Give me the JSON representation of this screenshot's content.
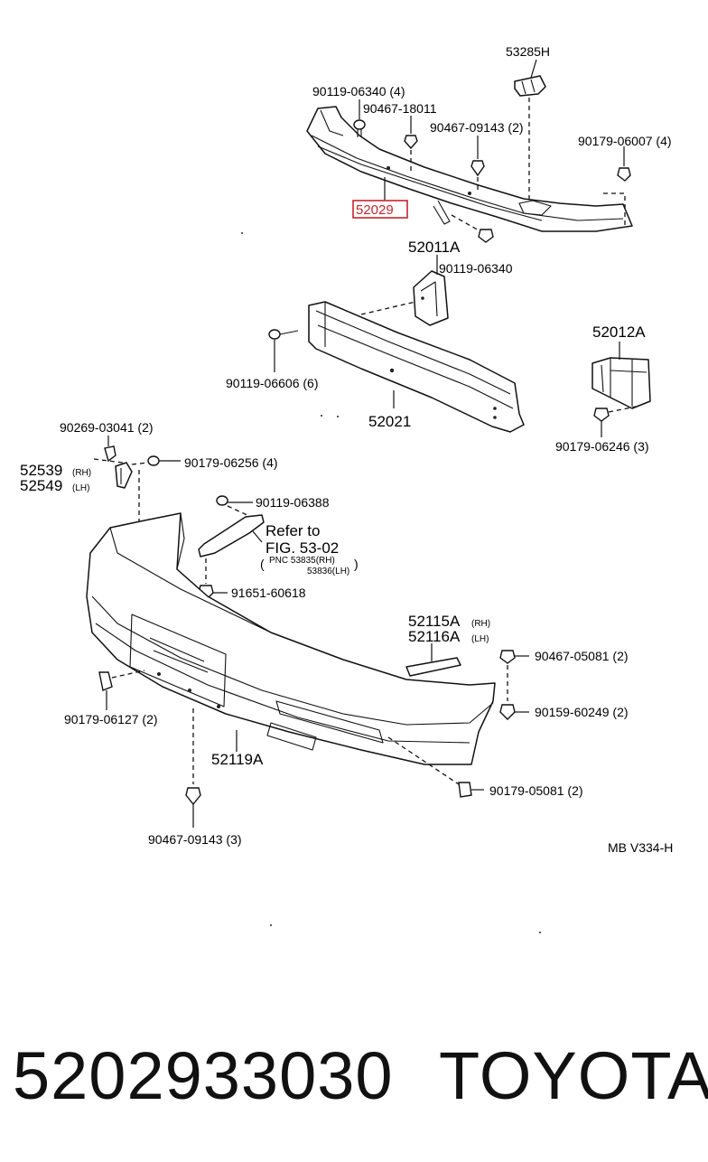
{
  "diagram": {
    "callouts": {
      "p53285h": "53285H",
      "p90119_06340_4": "90119-06340 (4)",
      "p90467_18011": "90467-18011",
      "p90467_09143_2": "90467-09143 (2)",
      "p90179_06007_4": "90179-06007 (4)",
      "p52029": "52029",
      "p52011a": "52011A",
      "p90119_06340": "90119-06340",
      "p52012a": "52012A",
      "p90119_06606_6": "90119-06606 (6)",
      "p52021": "52021",
      "p90179_06246_3": "90179-06246 (3)",
      "p90269_03041_2": "90269-03041 (2)",
      "p52539": "52539",
      "p52539_side": "(RH)",
      "p52549": "52549",
      "p52549_side": "(LH)",
      "p90179_06256_4": "90179-06256 (4)",
      "p90119_06388": "90119-06388",
      "refer_line1": "Refer to",
      "refer_line2": "FIG. 53-02",
      "refer_pnc1": "PNC 53835(RH)",
      "refer_pnc2": "53836(LH)",
      "p91651_60618": "91651-60618",
      "p52115a": "52115A",
      "p52115a_side": "(RH)",
      "p52116a": "52116A",
      "p52116a_side": "(LH)",
      "p90467_05081_2": "90467-05081 (2)",
      "p90159_60249_2": "90159-60249 (2)",
      "p90179_06127_2": "90179-06127 (2)",
      "p52119a": "52119A",
      "p90179_05081_2": "90179-05081 (2)",
      "p90467_09143_3": "90467-09143 (3)",
      "diagram_code": "MB V334-H"
    },
    "highlight_color": "#c4262e"
  },
  "footer": {
    "part_number": "5202933030",
    "brand": "TOYOTA"
  }
}
